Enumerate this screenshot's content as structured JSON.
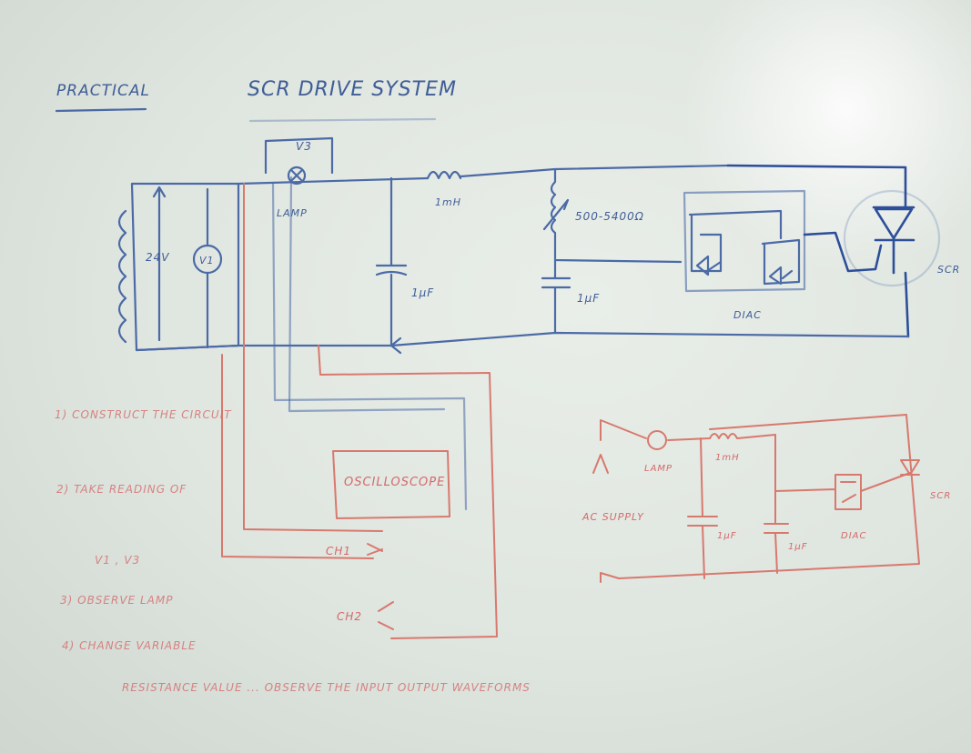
{
  "heading": {
    "left": "PRACTICAL",
    "main": "SCR DRIVE SYSTEM"
  },
  "main_circuit": {
    "meter_top": "V3",
    "meter_left": "V1",
    "source_left": "24V",
    "lamp": "LAMP",
    "inductor": "1mH",
    "cap_1": "1μF",
    "cap_2": "1μF",
    "resistor": "500-5400Ω",
    "diac": "DIAC",
    "scr": "SCR"
  },
  "wiring": {
    "oscilloscope": "OSCILLOSCOPE",
    "channel_1": "CH1",
    "channel_2": "CH2"
  },
  "steps": [
    "1) CONSTRUCT THE CIRCUIT",
    "2) TAKE READING OF",
    "V1 , V3",
    "3) OBSERVE LAMP",
    "4) CHANGE VARIABLE",
    "RESISTANCE VALUE ... OBSERVE THE INPUT OUTPUT WAVEFORMS"
  ],
  "red_schematic": {
    "source": "AC SUPPLY",
    "lamp": "LAMP",
    "inductor": "1mH",
    "cap_1": "1μF",
    "cap_2": "1μF",
    "diac": "DIAC",
    "scr": "SCR"
  },
  "colors": {
    "board": "#e3e8e3",
    "blue_marker": "#4b6aa6",
    "red_marker": "#d8796e"
  }
}
